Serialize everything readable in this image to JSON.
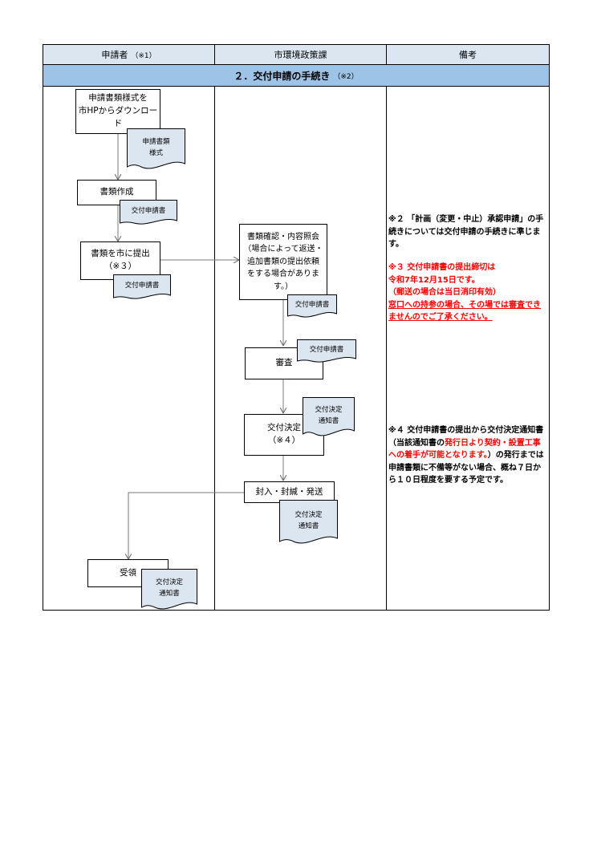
{
  "columns": {
    "applicant": "申請者",
    "applicant_note": "（※1）",
    "department": "市環境政策課",
    "remarks": "備考"
  },
  "section": {
    "title": "２．交付申請の手続き",
    "note": "（※2）"
  },
  "applicant_steps": {
    "download": "申請書類様式を\n市HPからダウンロード",
    "download_doc": "申請書類\n様式",
    "create": "書類作成",
    "create_doc": "交付申請書",
    "submit": "書類を市に提出\n（※３）",
    "submit_doc": "交付申請書",
    "receive": "受領",
    "receive_doc": "交付決定\n通知書"
  },
  "department_steps": {
    "check": "書類確認・内容照会\n（場合によって返送・\n追加書類の提出依頼\nをする場合がありま\nす。）",
    "check_doc": "交付申請書",
    "review": "審査",
    "review_doc": "交付申請書",
    "decision": "交付決定\n（※４）",
    "decision_doc": "交付決定\n通知書",
    "send": "封入・封緘・発送",
    "send_doc": "交付決定\n通知書"
  },
  "remarks": {
    "note2": "※２ 「計画（変更・中止）承認申請」の手続きについては交付申請の手続きに準じます。",
    "note3_line1": "※３ 交付申請書の提出締切は",
    "note3_line2": "令和7年12月15日です。",
    "note3_line3": "（郵送の場合は当日消印有効）",
    "note3_line4": "窓口への持参の場合、その場では審査できませんのでご了承ください。",
    "note4_a": "※４ 交付申請書の提出から交付決定通知書（当該通知書の",
    "note4_b": "発行日より契約・設置工事への着手が可能となります。",
    "note4_c": "）の発行までは申請書類に不備等がない場合、概ね７日から１０日程度を要する予定です。"
  },
  "colors": {
    "header_bg": "#dce6f1",
    "section_bg": "#9dc3e6",
    "doc_fill": "#dce6f1",
    "emphasis": "#ff0000"
  }
}
